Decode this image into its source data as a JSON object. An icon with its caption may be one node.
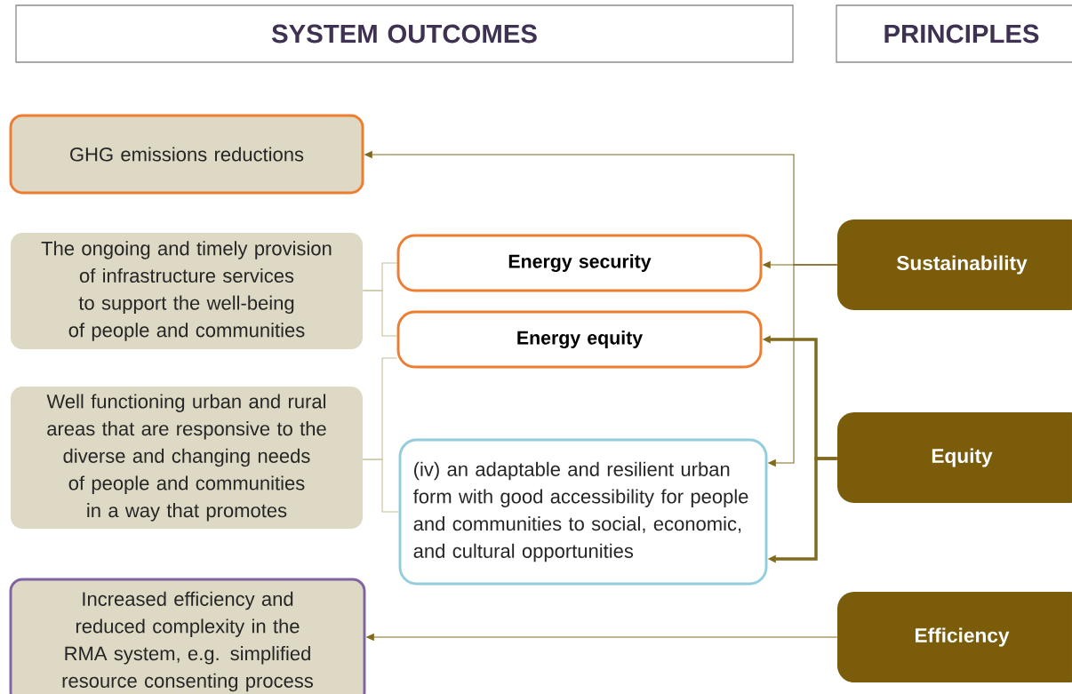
{
  "diagram": {
    "nodes": [
      {
        "text": [
          "SYSTEM OUTCOMES"
        ]
      },
      {
        "text": [
          "PRINCIPLES"
        ]
      },
      {
        "text": [
          "GHG emissions reductions"
        ]
      },
      {
        "text": [
          "The ongoing and timely provision of infrastructure services to support the well-being of people and communities"
        ]
      },
      {
        "text": [
          "Energy security"
        ]
      },
      {
        "text": [
          "Energy equity"
        ]
      },
      {
        "text": [
          "Well functioning urban and rural areas that are responsive to the diverse and changing needs of people and communities in a way that promotes"
        ]
      },
      {
        "text": [
          "(iv) an adaptable and resilient urban form with good accessibility for people and communities to social, economic, and cultural opportunities"
        ]
      },
      {
        "text": [
          "Increased efficiency and reduced complexity in the RMA system, e.g. simplified resource consenting process"
        ]
      },
      {
        "text": [
          "Sustainability"
        ]
      },
      {
        "text": [
          "Equity"
        ]
      },
      {
        "text": [
          "Efficiency"
        ]
      }
    ],
    "edges": [
      {
        "from": 9,
        "to": 2,
        "arrow": "to"
      },
      {
        "from": 9,
        "to": 4,
        "arrow": "to"
      },
      {
        "from": 9,
        "to": 7,
        "arrow": "to"
      },
      {
        "from": 10,
        "to": 5,
        "arrow": "to",
        "style": "thick"
      },
      {
        "from": 10,
        "to": 7,
        "arrow": "to",
        "style": "thick"
      },
      {
        "from": 11,
        "to": 8,
        "arrow": "to"
      },
      {
        "from": 3,
        "to": 4,
        "arrow": "none",
        "color": "#c4bd97"
      },
      {
        "from": 3,
        "to": 5,
        "arrow": "none",
        "color": "#c4bd97"
      },
      {
        "from": 6,
        "to": 5,
        "arrow": "none",
        "color": "#c4bd97"
      },
      {
        "from": 6,
        "to": 7,
        "arrow": "none",
        "color": "#c4bd97"
      }
    ]
  }
}
